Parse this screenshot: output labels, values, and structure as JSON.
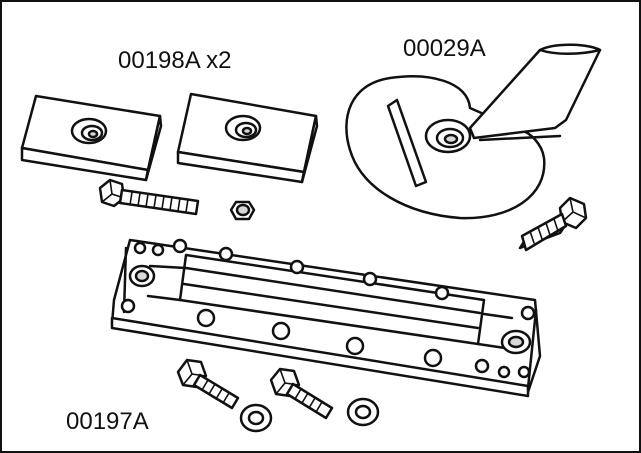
{
  "parts": [
    {
      "part_number": "00198A x2",
      "description_icon": "block-anode-icon"
    },
    {
      "part_number": "00029A",
      "description_icon": "trim-tab-anode-icon"
    },
    {
      "part_number": "00197A",
      "description_icon": "bar-anode-icon"
    }
  ],
  "colors": {
    "line": "#111111",
    "background": "#ffffff",
    "shade": "#d8d8d8"
  }
}
